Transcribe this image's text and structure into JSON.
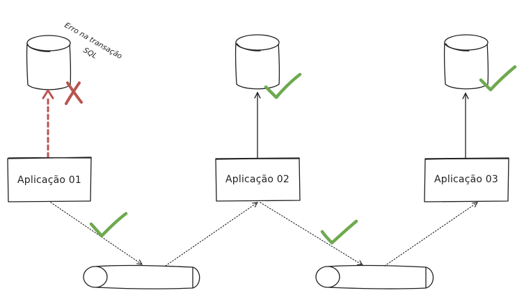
{
  "applications": [
    {
      "label": "Aplicação 01"
    },
    {
      "label": "Aplicação 02"
    },
    {
      "label": "Aplicação 03"
    }
  ],
  "error_note": {
    "line1": "Erro na transação",
    "line2": "SQL"
  },
  "colors": {
    "ok": "#6ea94f",
    "error": "#b85450",
    "stroke": "#1e1e1e"
  }
}
